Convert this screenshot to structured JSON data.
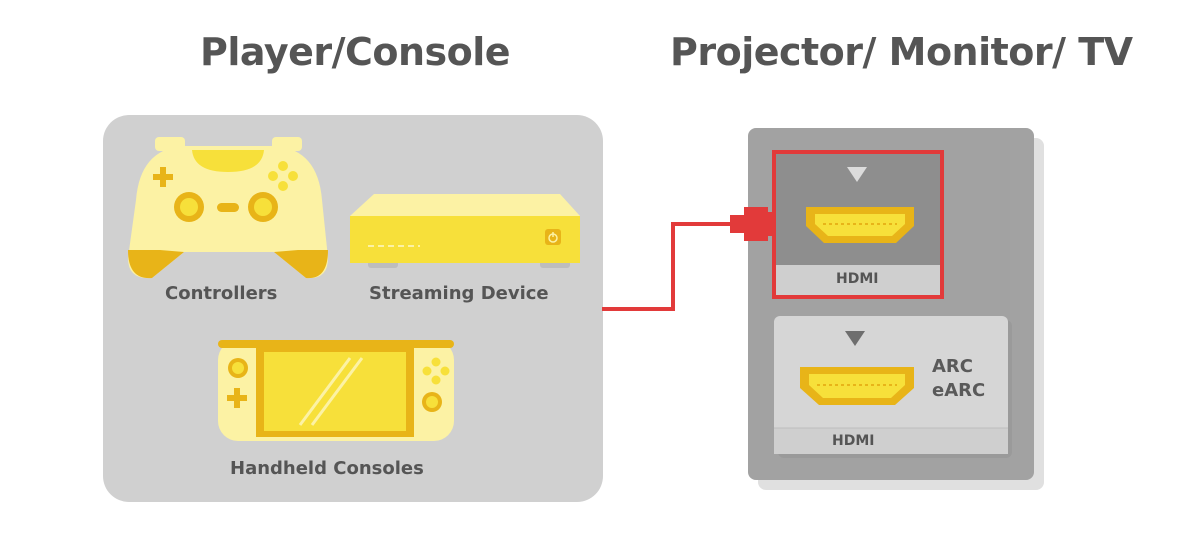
{
  "left_panel": {
    "title": "Player/Console",
    "devices": [
      {
        "label": "Controllers"
      },
      {
        "label": "Streaming Device"
      },
      {
        "label": "Handheld Consoles"
      }
    ]
  },
  "right_panel": {
    "title": "Projector/ Monitor/ TV",
    "ports": [
      {
        "label": "HDMI",
        "highlighted": true
      },
      {
        "label": "HDMI",
        "extra": [
          "ARC",
          "eARC"
        ]
      }
    ]
  },
  "colors": {
    "panel_gray": "#d0d0d0",
    "tv_gray": "#a2a2a2",
    "yellow": "#f7e03a",
    "yellow_light": "#fcf2a4",
    "amber": "#e8b418",
    "cable_red": "#e23a3a",
    "text_gray": "#555555"
  }
}
